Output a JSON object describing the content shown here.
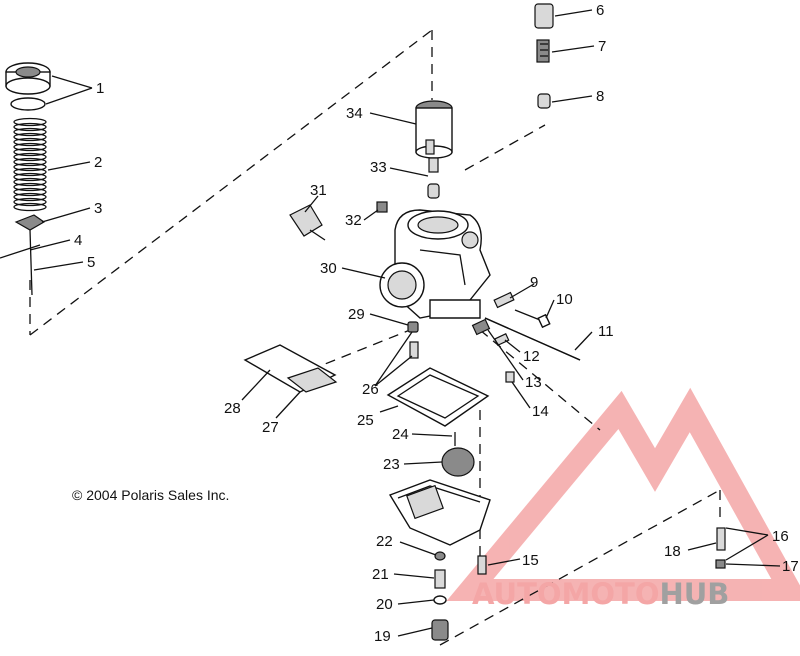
{
  "copyright": "© 2004 Polaris Sales Inc.",
  "watermark": {
    "text_part1": "AUTOMOTO",
    "text_part2": "HUB",
    "color_primary": "#f4a6a6",
    "color_secondary": "#a0a0a0"
  },
  "callouts": [
    "1",
    "2",
    "3",
    "4",
    "5",
    "6",
    "7",
    "8",
    "9",
    "10",
    "11",
    "12",
    "13",
    "14",
    "15",
    "16",
    "17",
    "18",
    "19",
    "20",
    "21",
    "22",
    "23",
    "24",
    "25",
    "26",
    "27",
    "28",
    "29",
    "30",
    "31",
    "32",
    "33",
    "34"
  ]
}
